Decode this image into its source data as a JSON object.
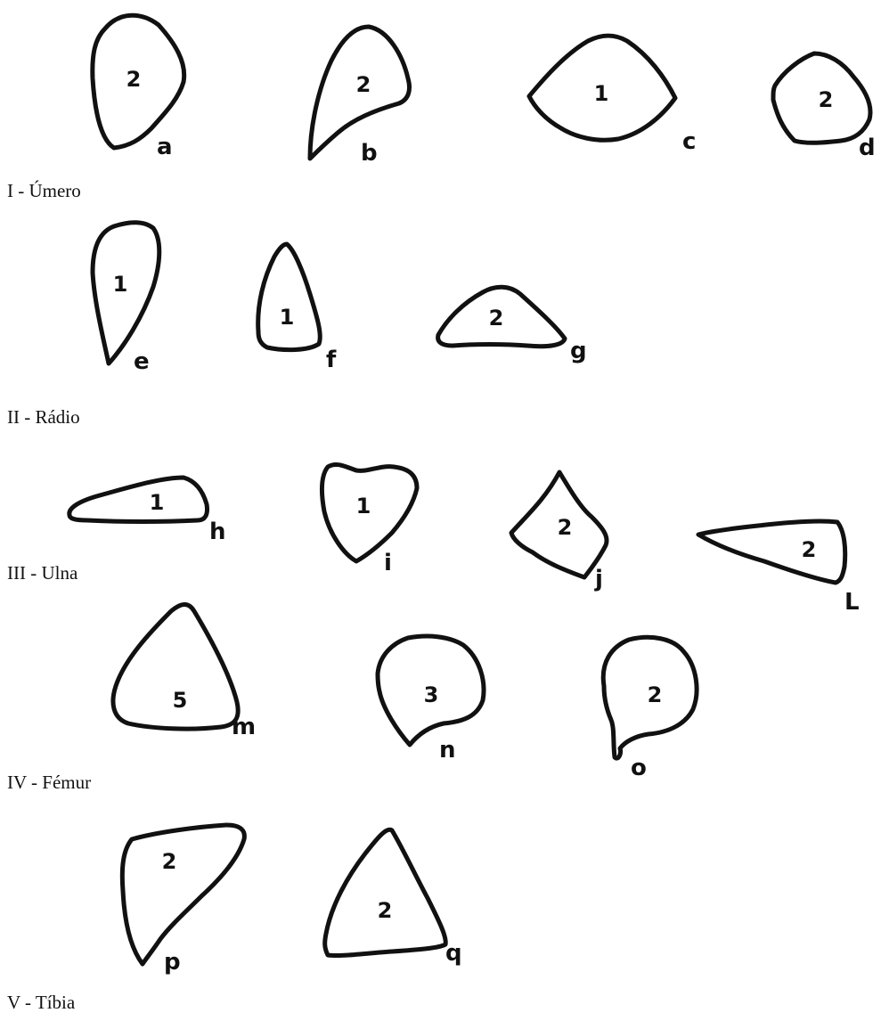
{
  "groups": [
    {
      "label": "I - Úmero",
      "sections": [
        {
          "letter": "a",
          "count": "2"
        },
        {
          "letter": "b",
          "count": "2"
        },
        {
          "letter": "c",
          "count": "1"
        },
        {
          "letter": "d",
          "count": "2"
        }
      ]
    },
    {
      "label": "II - Rádio",
      "sections": [
        {
          "letter": "e",
          "count": "1"
        },
        {
          "letter": "f",
          "count": "1"
        },
        {
          "letter": "g",
          "count": "2"
        }
      ]
    },
    {
      "label": "III - Ulna",
      "sections": [
        {
          "letter": "h",
          "count": "1"
        },
        {
          "letter": "i",
          "count": "1"
        },
        {
          "letter": "j",
          "count": "2"
        },
        {
          "letter": "L",
          "count": "2"
        }
      ]
    },
    {
      "label": "IV - Fémur",
      "sections": [
        {
          "letter": "m",
          "count": "5"
        },
        {
          "letter": "n",
          "count": "3"
        },
        {
          "letter": "o",
          "count": "2"
        }
      ]
    },
    {
      "label": "V - Tíbia",
      "sections": [
        {
          "letter": "p",
          "count": "2"
        },
        {
          "letter": "q",
          "count": "2"
        }
      ]
    }
  ],
  "colors": {
    "ink": "#111111",
    "background": "#ffffff"
  }
}
